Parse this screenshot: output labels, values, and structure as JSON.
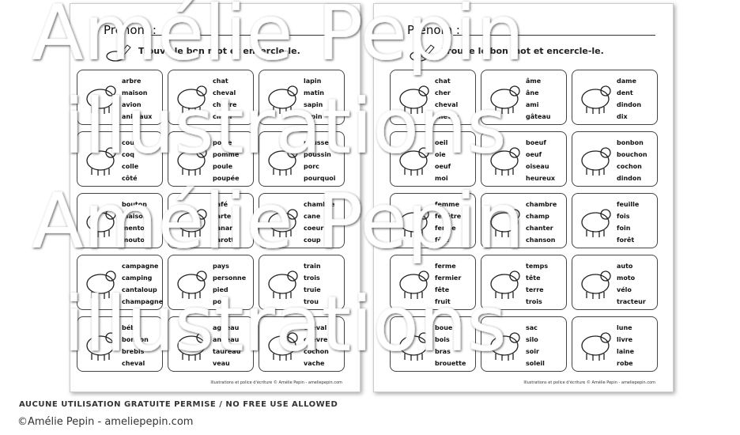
{
  "pages": [
    {
      "prenom": "Prénom :",
      "instruction": "Trouve le bon mot et encercle-le.",
      "credit": "Illustrations et police d'écriture © Amélie Pepin - ameliepepin.com",
      "cards": [
        {
          "image": "farm-animals",
          "words": [
            "arbre",
            "maison",
            "avion",
            "animaux"
          ]
        },
        {
          "image": "horse",
          "words": [
            "chat",
            "cheval",
            "chèvre",
            "chien"
          ]
        },
        {
          "image": "rabbit",
          "words": [
            "lapin",
            "matin",
            "sapin",
            "rapin"
          ]
        },
        {
          "image": "rooster",
          "words": [
            "cou",
            "coq",
            "colle",
            "côté"
          ]
        },
        {
          "image": "hen",
          "words": [
            "porte",
            "pomme",
            "poule",
            "poupée"
          ]
        },
        {
          "image": "chick",
          "words": [
            "pousser",
            "poussin",
            "porc",
            "pourquoi"
          ]
        },
        {
          "image": "sheep",
          "words": [
            "bouton",
            "maison",
            "menton",
            "mouton"
          ]
        },
        {
          "image": "duck",
          "words": [
            "café",
            "carte",
            "canard",
            "carotte"
          ]
        },
        {
          "image": "duck",
          "words": [
            "chambre",
            "cane",
            "coeur",
            "coup"
          ]
        },
        {
          "image": "countryside",
          "words": [
            "campagne",
            "camping",
            "cantaloup",
            "champagne"
          ]
        },
        {
          "image": "pig",
          "words": [
            "pays",
            "personne",
            "pied",
            "porc"
          ]
        },
        {
          "image": "sow",
          "words": [
            "train",
            "trois",
            "truie",
            "trou"
          ]
        },
        {
          "image": "ewe-and-lamb",
          "words": [
            "bébé",
            "bonbon",
            "brebis",
            "cheval"
          ]
        },
        {
          "image": "lamb",
          "words": [
            "agneau",
            "anneau",
            "taureau",
            "veau"
          ]
        },
        {
          "image": "cow",
          "words": [
            "cheval",
            "chèvre",
            "cochon",
            "vache"
          ]
        }
      ]
    },
    {
      "prenom": "Prénom :",
      "instruction": "Trouve le bon mot et encercle-le.",
      "credit": "Illustrations et police d'écriture © Amélie Pepin - ameliepepin.com",
      "cards": [
        {
          "image": "goat",
          "words": [
            "chat",
            "cher",
            "cheval",
            "chèvre"
          ]
        },
        {
          "image": "donkey",
          "words": [
            "âme",
            "âne",
            "ami",
            "gâteau"
          ]
        },
        {
          "image": "turkey",
          "words": [
            "dame",
            "dent",
            "dindon",
            "dix"
          ]
        },
        {
          "image": "goose",
          "words": [
            "oeil",
            "oie",
            "oeuf",
            "moi"
          ]
        },
        {
          "image": "ox",
          "words": [
            "boeuf",
            "oeuf",
            "oiseau",
            "heureux"
          ]
        },
        {
          "image": "pig-in-mud",
          "words": [
            "bonbon",
            "bouchon",
            "cochon",
            "dindon"
          ]
        },
        {
          "image": "barn",
          "words": [
            "femme",
            "fenêtre",
            "ferme",
            "fête"
          ]
        },
        {
          "image": "field",
          "words": [
            "chambre",
            "champ",
            "chanter",
            "chanson"
          ]
        },
        {
          "image": "hay-bale",
          "words": [
            "feuille",
            "fois",
            "foin",
            "forêt"
          ]
        },
        {
          "image": "farmer",
          "words": [
            "ferme",
            "fermier",
            "fête",
            "fruit"
          ]
        },
        {
          "image": "soil",
          "words": [
            "temps",
            "tête",
            "terre",
            "trois"
          ]
        },
        {
          "image": "tractor",
          "words": [
            "auto",
            "moto",
            "vélo",
            "tracteur"
          ]
        },
        {
          "image": "wheelbarrow",
          "words": [
            "boue",
            "bois",
            "bras",
            "brouette"
          ]
        },
        {
          "image": "silo",
          "words": [
            "sac",
            "silo",
            "soir",
            "soleil"
          ]
        },
        {
          "image": "yarn-ball",
          "words": [
            "lune",
            "livre",
            "laine",
            "robe"
          ]
        }
      ]
    }
  ],
  "watermark": {
    "line1": "Amélie Pepin",
    "line2": "illustrations"
  },
  "footer": {
    "notice": "AUCUNE UTILISATION GRATUITE PERMISE / NO FREE USE ALLOWED",
    "copyright": "©Amélie Pepin - ameliepepin.com"
  }
}
